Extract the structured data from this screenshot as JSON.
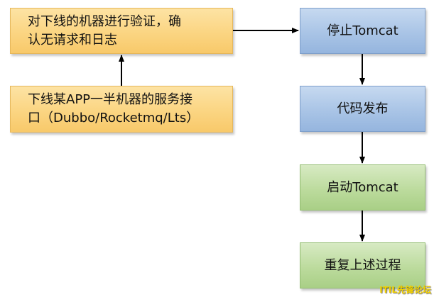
{
  "nodes": {
    "verify": {
      "lines": [
        "对下线的机器进行验证，确",
        "认无请求和日志"
      ]
    },
    "offline": {
      "lines": [
        "下线某APP一半机器的服务接",
        "口（Dubbo/Rocketmq/Lts）"
      ]
    },
    "stop": {
      "label": "停止Tomcat"
    },
    "deploy": {
      "label": "代码发布"
    },
    "start": {
      "label": "启动Tomcat"
    },
    "repeat": {
      "label": "重复上述过程"
    }
  },
  "colors": {
    "orange_fill": "#fbd582",
    "blue_fill": "#a9c4e6",
    "green_fill": "#bcdb9d",
    "arrow": "#000000"
  },
  "watermark": "ITIL先锋论坛"
}
